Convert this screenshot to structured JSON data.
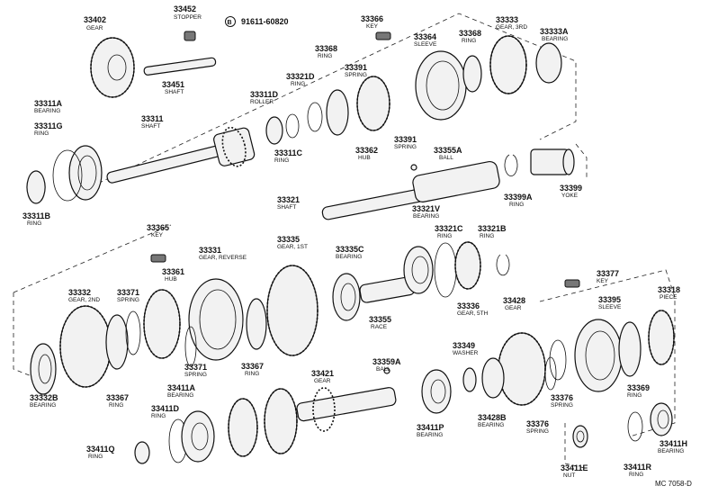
{
  "diagram": {
    "code": "MC 7058-D",
    "sub_ref": {
      "symbol": "B",
      "part_no": "91611-60820"
    },
    "parts": [
      {
        "id": "p33402",
        "number": "33402",
        "desc": "GEAR"
      },
      {
        "id": "p33452",
        "number": "33452",
        "desc": "STOPPER"
      },
      {
        "id": "p33451",
        "number": "33451",
        "desc": "SHAFT"
      },
      {
        "id": "p33366",
        "number": "33366",
        "desc": "KEY"
      },
      {
        "id": "p33364",
        "number": "33364",
        "desc": "SLEEVE"
      },
      {
        "id": "p33368a",
        "number": "33368",
        "desc": "RING"
      },
      {
        "id": "p33333",
        "number": "33333",
        "desc": "GEAR, 3RD"
      },
      {
        "id": "p33333A",
        "number": "33333A",
        "desc": "BEARING"
      },
      {
        "id": "p33368b",
        "number": "33368",
        "desc": "RING"
      },
      {
        "id": "p33391a",
        "number": "33391",
        "desc": "SPRING"
      },
      {
        "id": "p33321D",
        "number": "33321D",
        "desc": "RING"
      },
      {
        "id": "p33311D",
        "number": "33311D",
        "desc": "ROLLER"
      },
      {
        "id": "p33311A",
        "number": "33311A",
        "desc": "BEARING"
      },
      {
        "id": "p33311G",
        "number": "33311G",
        "desc": "RING"
      },
      {
        "id": "p33311",
        "number": "33311",
        "desc": "SHAFT"
      },
      {
        "id": "p33311C",
        "number": "33311C",
        "desc": "RING"
      },
      {
        "id": "p33362",
        "number": "33362",
        "desc": "HUB"
      },
      {
        "id": "p33391b",
        "number": "33391",
        "desc": "SPRING"
      },
      {
        "id": "p33355A",
        "number": "33355A",
        "desc": "BALL"
      },
      {
        "id": "p33311B",
        "number": "33311B",
        "desc": "RING"
      },
      {
        "id": "p33321",
        "number": "33321",
        "desc": "SHAFT"
      },
      {
        "id": "p33399A",
        "number": "33399A",
        "desc": "RING"
      },
      {
        "id": "p33399",
        "number": "33399",
        "desc": "YOKE"
      },
      {
        "id": "p33321V",
        "number": "33321V",
        "desc": "BEARING"
      },
      {
        "id": "p33321C",
        "number": "33321C",
        "desc": "RING"
      },
      {
        "id": "p33321B",
        "number": "33321B",
        "desc": "RING"
      },
      {
        "id": "p33365",
        "number": "33365",
        "desc": "KEY"
      },
      {
        "id": "p33331",
        "number": "33331",
        "desc": "GEAR, REVERSE"
      },
      {
        "id": "p33335",
        "number": "33335",
        "desc": "GEAR, 1ST"
      },
      {
        "id": "p33335C",
        "number": "33335C",
        "desc": "BEARING"
      },
      {
        "id": "p33361",
        "number": "33361",
        "desc": "HUB"
      },
      {
        "id": "p33332",
        "number": "33332",
        "desc": "GEAR, 2ND"
      },
      {
        "id": "p33371a",
        "number": "33371",
        "desc": "SPRING"
      },
      {
        "id": "p33377",
        "number": "33377",
        "desc": "KEY"
      },
      {
        "id": "p33318",
        "number": "33318",
        "desc": "PIECE"
      },
      {
        "id": "p33395",
        "number": "33395",
        "desc": "SLEEVE"
      },
      {
        "id": "p33428",
        "number": "33428",
        "desc": "GEAR"
      },
      {
        "id": "p33336",
        "number": "33336",
        "desc": "GEAR, 5TH"
      },
      {
        "id": "p33355",
        "number": "33355",
        "desc": "RACE"
      },
      {
        "id": "p33367a",
        "number": "33367",
        "desc": "RING"
      },
      {
        "id": "p33371b",
        "number": "33371",
        "desc": "SPRING"
      },
      {
        "id": "p33332B",
        "number": "33332B",
        "desc": "BEARING"
      },
      {
        "id": "p33367b",
        "number": "33367",
        "desc": "RING"
      },
      {
        "id": "p33359A",
        "number": "33359A",
        "desc": "BALL"
      },
      {
        "id": "p33349",
        "number": "33349",
        "desc": "WASHER"
      },
      {
        "id": "p33421",
        "number": "33421",
        "desc": "GEAR"
      },
      {
        "id": "p33411A",
        "number": "33411A",
        "desc": "BEARING"
      },
      {
        "id": "p33411D",
        "number": "33411D",
        "desc": "RING"
      },
      {
        "id": "p33411P",
        "number": "33411P",
        "desc": "BEARING"
      },
      {
        "id": "p33428B",
        "number": "33428B",
        "desc": "BEARING"
      },
      {
        "id": "p33376a",
        "number": "33376",
        "desc": "SPRING"
      },
      {
        "id": "p33376b",
        "number": "33376",
        "desc": "SPRING"
      },
      {
        "id": "p33369",
        "number": "33369",
        "desc": "RING"
      },
      {
        "id": "p33411Q",
        "number": "33411Q",
        "desc": "RING"
      },
      {
        "id": "p33411E",
        "number": "33411E",
        "desc": "NUT"
      },
      {
        "id": "p33411R",
        "number": "33411R",
        "desc": "RING"
      },
      {
        "id": "p33411H",
        "number": "33411H",
        "desc": "BEARING"
      }
    ]
  }
}
